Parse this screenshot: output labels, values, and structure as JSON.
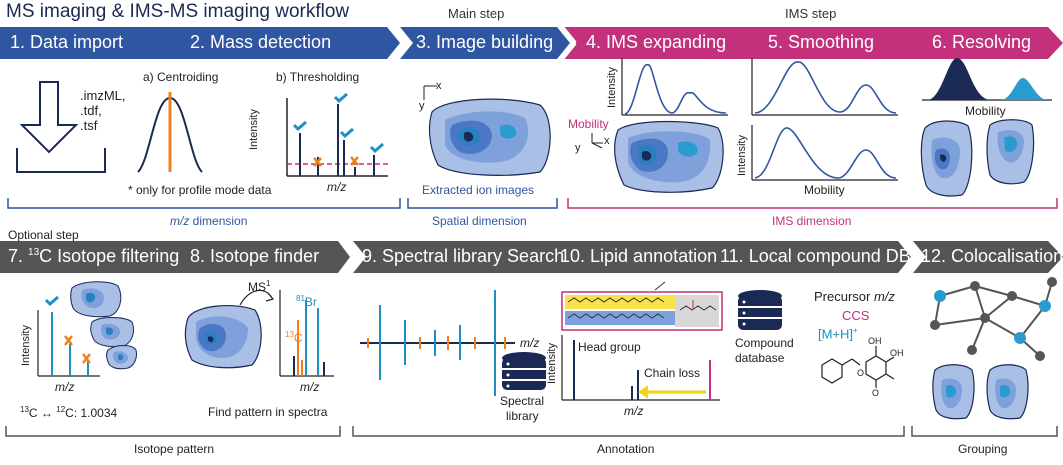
{
  "title": "MS imaging & IMS-MS imaging workflow",
  "colors": {
    "blue": "#2f56a0",
    "magenta": "#c3307c",
    "gray": "#555555",
    "orange": "#f07f1e",
    "cyan": "#1c8fc5",
    "navy": "#1a2a55",
    "light_blob": "#a9bfe6",
    "mid_blob": "#6a8fd0"
  },
  "row1": {
    "main_step_label": "Main step",
    "ims_step_label": "IMS step",
    "steps": [
      "1. Data import",
      "2. Mass detection",
      "3. Image building",
      "4. IMS expanding",
      "5. Smoothing",
      "6. Resolving"
    ],
    "file_types": [
      ".imzML,",
      ".tdf,",
      ".tsf"
    ],
    "centroiding": "a) Centroiding",
    "thresholding": "b) Thresholding",
    "profile_note": "* only for profile mode data",
    "intensity": "Intensity",
    "mz": "m/z",
    "extracted": "Extracted ion images",
    "mobility": "Mobility",
    "axis_x": "x",
    "axis_y": "y",
    "dim_mz_italic": "m/z",
    "dim_mz_rest": " dimension",
    "dim_spatial": "Spatial dimension",
    "dim_ims": "IMS dimension"
  },
  "row2": {
    "optional_label": "Optional step",
    "step7_num": "7. ",
    "step7_sup": "13",
    "step7_rest": "C Isotope filtering",
    "steps": [
      "8. Isotope finder",
      "9. Spectral library Search",
      "10. Lipid annotation",
      "11. Local compound DB",
      "12. Colocalisation"
    ],
    "iso_sup_a": "13",
    "iso_mid": "C ↔ ",
    "iso_sup_b": "12",
    "iso_end": "C: 1.0034",
    "ms1": "MS",
    "ms1_sup": "1",
    "br_sup": "81",
    "br": "Br",
    "c13_sup": "13",
    "c13": "C",
    "find_pattern": "Find pattern in spectra",
    "spectral_library": [
      "Spectral",
      "library"
    ],
    "head_group": "Head group",
    "chain_loss": "Chain loss",
    "compound_db": [
      "Compound",
      "database"
    ],
    "precursor": "Precursor ",
    "precursor_mz": "m/z",
    "ccs": "CCS",
    "adduct": "[M+H]",
    "adduct_sup": "+",
    "chem_oh1": "OH",
    "chem_oh2": "OH",
    "chem_o1": "O",
    "chem_o2": "O",
    "isotope_pattern": "Isotope pattern",
    "annotation": "Annotation",
    "grouping": "Grouping"
  }
}
